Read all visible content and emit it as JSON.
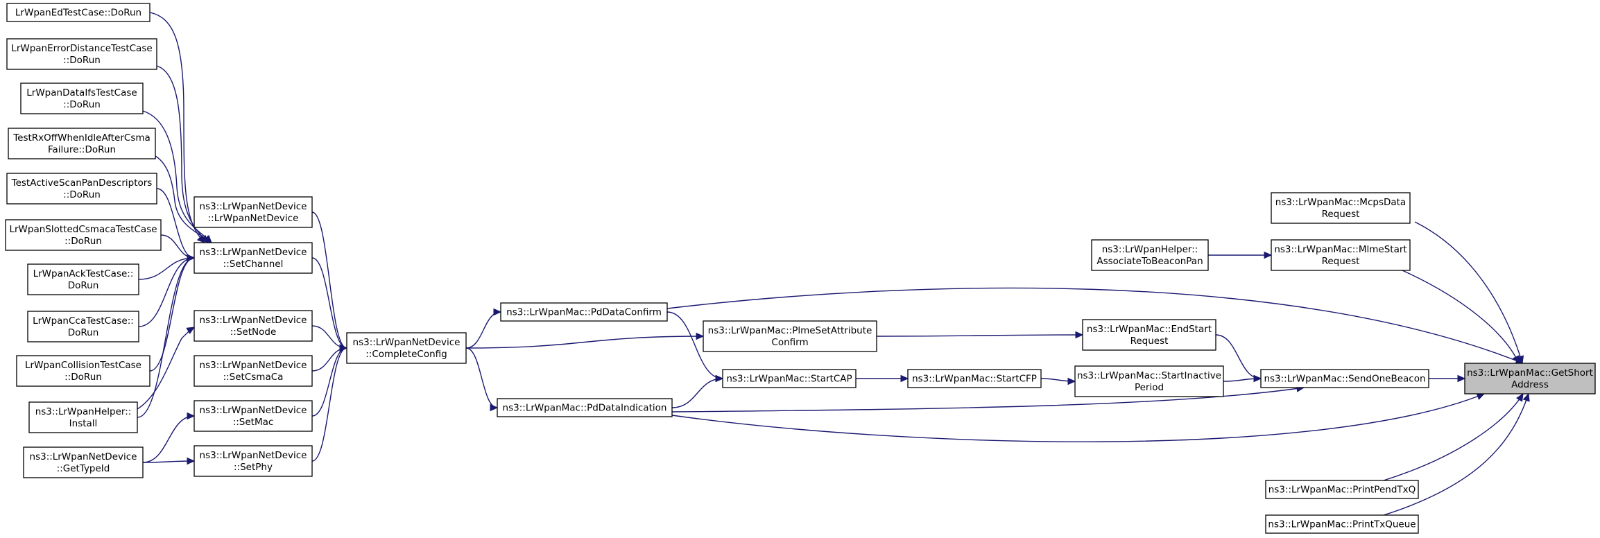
{
  "graph": {
    "nodes": [
      {
        "id": "n0",
        "lines": [
          "LrWpanEdTestCase::DoRun"
        ]
      },
      {
        "id": "n1",
        "lines": [
          "LrWpanErrorDistanceTestCase",
          "::DoRun"
        ]
      },
      {
        "id": "n2",
        "lines": [
          "LrWpanDataIfsTestCase",
          "::DoRun"
        ]
      },
      {
        "id": "n3",
        "lines": [
          "TestRxOffWhenIdleAfterCsma",
          "Failure::DoRun"
        ]
      },
      {
        "id": "n4",
        "lines": [
          "TestActiveScanPanDescriptors",
          "::DoRun"
        ]
      },
      {
        "id": "n5",
        "lines": [
          "LrWpanSlottedCsmacaTestCase",
          "::DoRun"
        ]
      },
      {
        "id": "n6",
        "lines": [
          "LrWpanAckTestCase::",
          "DoRun"
        ]
      },
      {
        "id": "n7",
        "lines": [
          "LrWpanCcaTestCase::",
          "DoRun"
        ]
      },
      {
        "id": "n8",
        "lines": [
          "LrWpanCollisionTestCase",
          "::DoRun"
        ]
      },
      {
        "id": "n9",
        "lines": [
          "ns3::LrWpanHelper::",
          "Install"
        ]
      },
      {
        "id": "n10",
        "lines": [
          "ns3::LrWpanNetDevice",
          "::GetTypeId"
        ]
      },
      {
        "id": "n11",
        "lines": [
          "ns3::LrWpanNetDevice",
          "::LrWpanNetDevice"
        ]
      },
      {
        "id": "n12",
        "lines": [
          "ns3::LrWpanNetDevice",
          "::SetChannel"
        ]
      },
      {
        "id": "n13",
        "lines": [
          "ns3::LrWpanNetDevice",
          "::SetNode"
        ]
      },
      {
        "id": "n14",
        "lines": [
          "ns3::LrWpanNetDevice",
          "::SetCsmaCa"
        ]
      },
      {
        "id": "n15",
        "lines": [
          "ns3::LrWpanNetDevice",
          "::SetMac"
        ]
      },
      {
        "id": "n16",
        "lines": [
          "ns3::LrWpanNetDevice",
          "::SetPhy"
        ]
      },
      {
        "id": "n17",
        "lines": [
          "ns3::LrWpanNetDevice",
          "::CompleteConfig"
        ]
      },
      {
        "id": "n18",
        "lines": [
          "ns3::LrWpanMac::PdDataConfirm"
        ]
      },
      {
        "id": "n19",
        "lines": [
          "ns3::LrWpanMac::PdDataIndication"
        ]
      },
      {
        "id": "n20",
        "lines": [
          "ns3::LrWpanMac::PlmeSetAttribute",
          "Confirm"
        ]
      },
      {
        "id": "n21",
        "lines": [
          "ns3::LrWpanMac::StartCAP"
        ]
      },
      {
        "id": "n22",
        "lines": [
          "ns3::LrWpanMac::StartCFP"
        ]
      },
      {
        "id": "n23",
        "lines": [
          "ns3::LrWpanMac::EndStart",
          "Request"
        ]
      },
      {
        "id": "n24",
        "lines": [
          "ns3::LrWpanMac::StartInactive",
          "Period"
        ]
      },
      {
        "id": "n25",
        "lines": [
          "ns3::LrWpanHelper::",
          "AssociateToBeaconPan"
        ]
      },
      {
        "id": "n26",
        "lines": [
          "ns3::LrWpanMac::McpsData",
          "Request"
        ]
      },
      {
        "id": "n27",
        "lines": [
          "ns3::LrWpanMac::MlmeStart",
          "Request"
        ]
      },
      {
        "id": "n28",
        "lines": [
          "ns3::LrWpanMac::SendOneBeacon"
        ]
      },
      {
        "id": "n29",
        "lines": [
          "ns3::LrWpanMac::PrintPendTxQ"
        ]
      },
      {
        "id": "n30",
        "lines": [
          "ns3::LrWpanMac::PrintTxQueue"
        ]
      },
      {
        "id": "n31",
        "lines": [
          "ns3::LrWpanMac::GetShort",
          "Address"
        ],
        "root": true
      }
    ],
    "edges": [
      {
        "from": "n0",
        "to": "n12"
      },
      {
        "from": "n1",
        "to": "n12"
      },
      {
        "from": "n2",
        "to": "n12"
      },
      {
        "from": "n3",
        "to": "n12"
      },
      {
        "from": "n4",
        "to": "n12"
      },
      {
        "from": "n5",
        "to": "n12"
      },
      {
        "from": "n6",
        "to": "n12"
      },
      {
        "from": "n7",
        "to": "n12"
      },
      {
        "from": "n8",
        "to": "n12"
      },
      {
        "from": "n9",
        "to": "n12"
      },
      {
        "from": "n9",
        "to": "n13"
      },
      {
        "from": "n10",
        "to": "n15"
      },
      {
        "from": "n10",
        "to": "n16"
      },
      {
        "from": "n11",
        "to": "n17"
      },
      {
        "from": "n12",
        "to": "n17"
      },
      {
        "from": "n13",
        "to": "n17"
      },
      {
        "from": "n14",
        "to": "n17"
      },
      {
        "from": "n15",
        "to": "n17"
      },
      {
        "from": "n16",
        "to": "n17"
      },
      {
        "from": "n17",
        "to": "n18"
      },
      {
        "from": "n17",
        "to": "n19"
      },
      {
        "from": "n17",
        "to": "n20"
      },
      {
        "from": "n18",
        "to": "n21"
      },
      {
        "from": "n19",
        "to": "n21"
      },
      {
        "from": "n20",
        "to": "n23"
      },
      {
        "from": "n21",
        "to": "n22"
      },
      {
        "from": "n22",
        "to": "n24"
      },
      {
        "from": "n23",
        "to": "n28"
      },
      {
        "from": "n24",
        "to": "n28"
      },
      {
        "from": "n25",
        "to": "n27"
      },
      {
        "from": "n18",
        "to": "n31"
      },
      {
        "from": "n19",
        "to": "n31"
      },
      {
        "from": "n19",
        "to": "n28"
      },
      {
        "from": "n26",
        "to": "n31"
      },
      {
        "from": "n27",
        "to": "n31"
      },
      {
        "from": "n28",
        "to": "n31"
      },
      {
        "from": "n29",
        "to": "n31"
      },
      {
        "from": "n30",
        "to": "n31"
      }
    ]
  }
}
